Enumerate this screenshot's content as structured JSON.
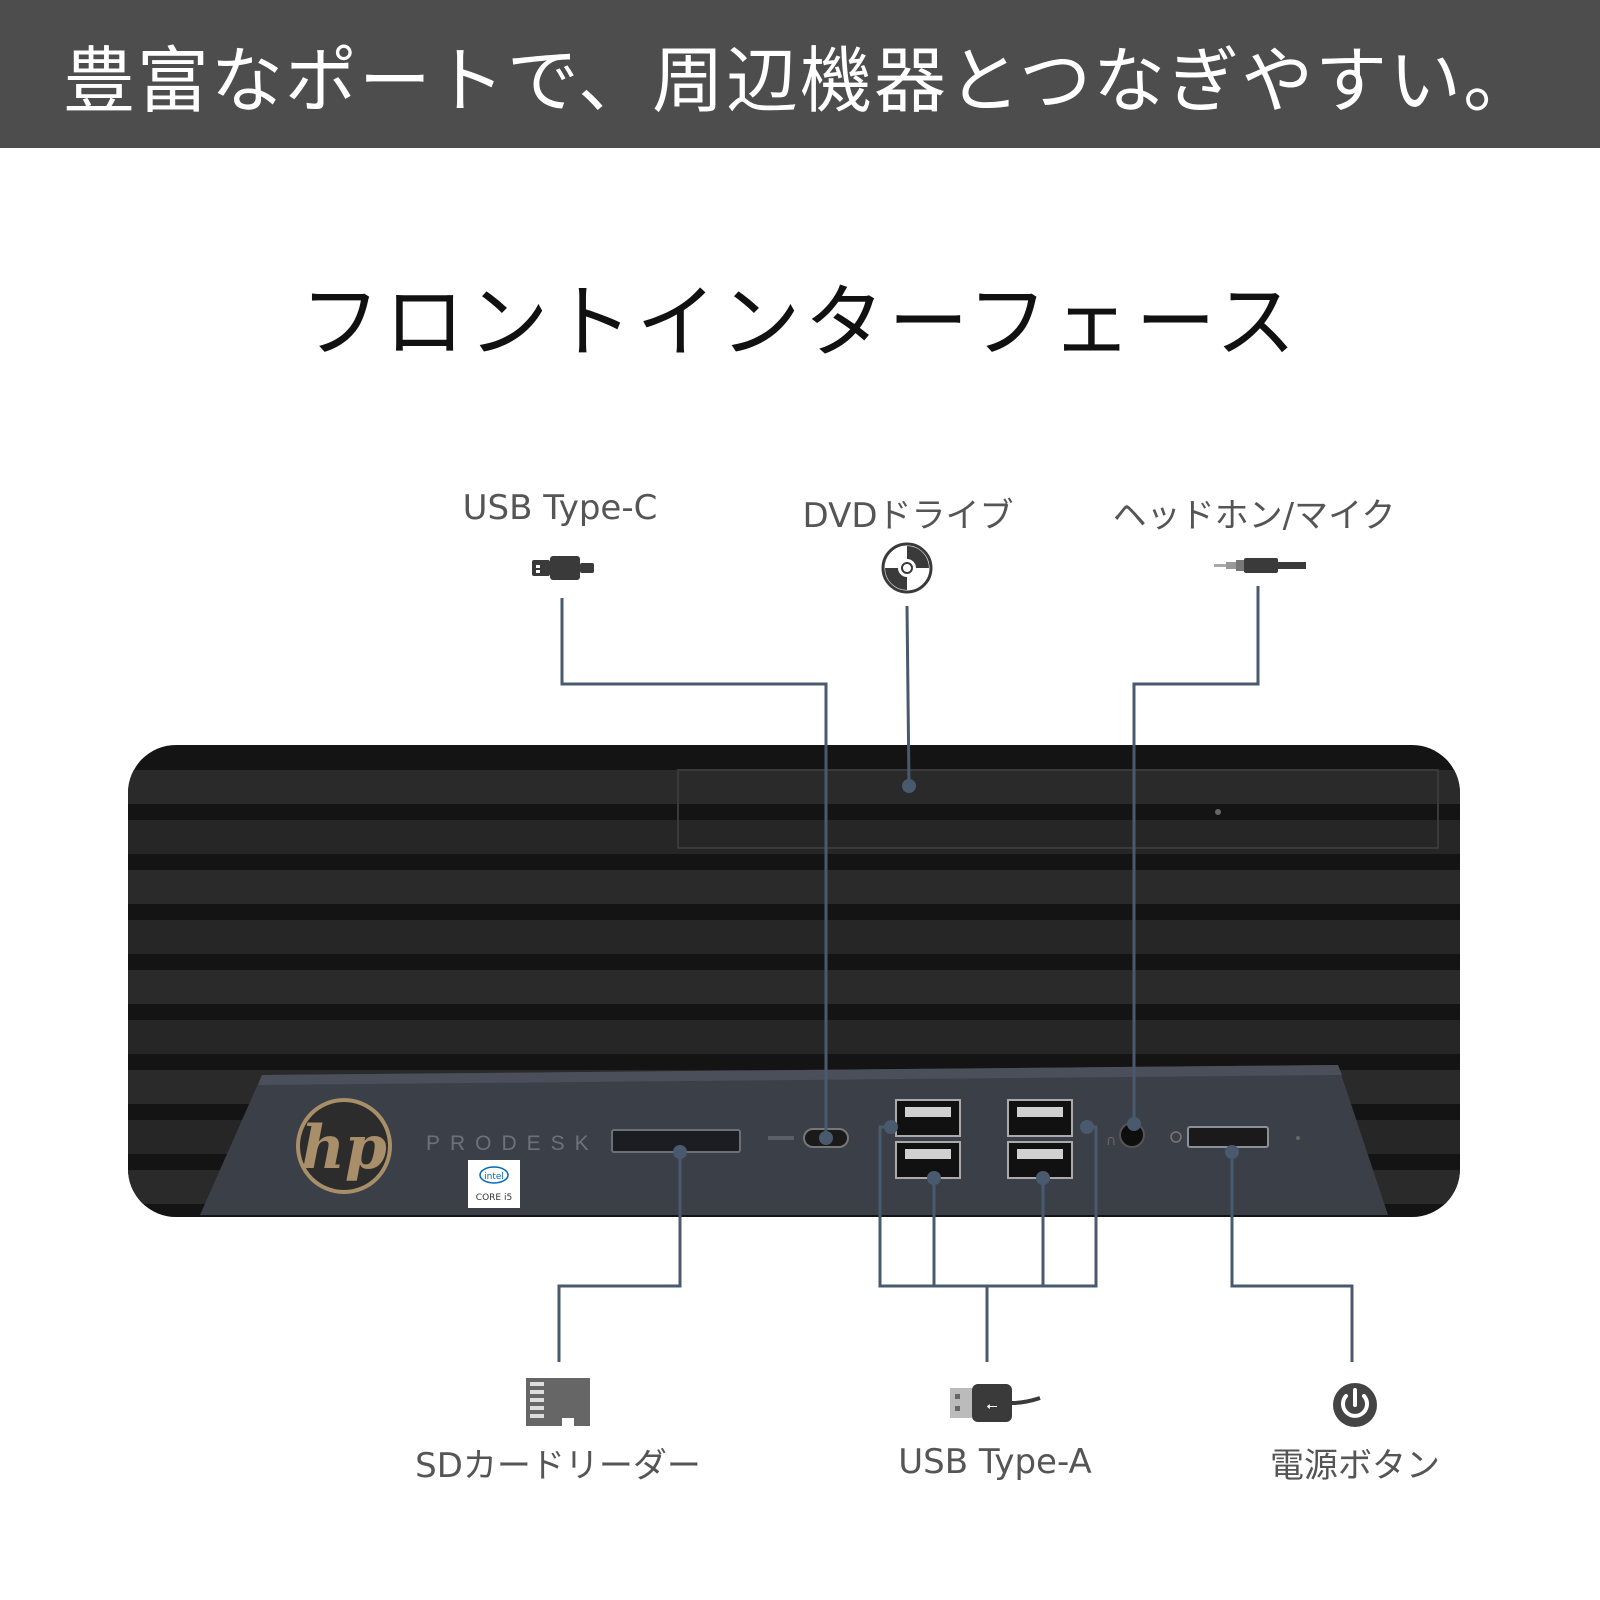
{
  "banner": {
    "headline": "豊富なポートで、周辺機器とつなぎやすい。"
  },
  "section": {
    "title": "フロントインターフェース"
  },
  "device": {
    "brand": "hp",
    "model": "PRODESK",
    "badge": {
      "line1": "intel",
      "line2": "CORE i5"
    }
  },
  "ports": {
    "usb_c": {
      "label": "USB Type-C",
      "icon": "usb-c-cable-icon"
    },
    "dvd": {
      "label": "DVDドライブ",
      "icon": "disc-icon"
    },
    "headphone": {
      "label": "ヘッドホン/マイク",
      "icon": "audio-plug-icon"
    },
    "sd": {
      "label": "SDカードリーダー",
      "icon": "sd-card-icon"
    },
    "usb_a": {
      "label": "USB Type-A",
      "icon": "usb-a-cable-icon"
    },
    "power": {
      "label": "電源ボタン",
      "icon": "power-icon"
    }
  },
  "colors": {
    "banner_bg": "#4d4d4d",
    "leader_line": "#4a5a6e",
    "chassis": "#141414",
    "panel": "#3b3f48"
  }
}
